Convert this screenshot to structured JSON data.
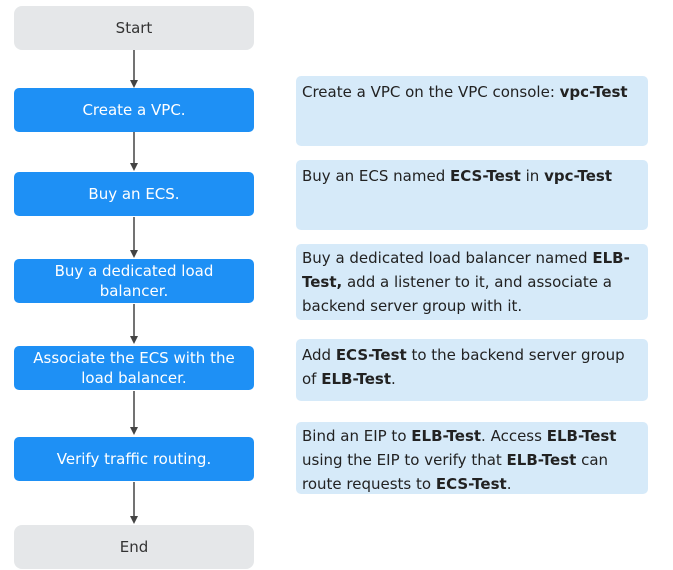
{
  "colors": {
    "terminal_bg": "#e5e7e9",
    "step_bg": "#1e90f5",
    "note_bg": "#d6eaf9",
    "arrow": "#444444"
  },
  "flow": {
    "start": "Start",
    "end": "End",
    "steps": [
      {
        "label": "Create a VPC."
      },
      {
        "label": "Buy an ECS."
      },
      {
        "label": "Buy a dedicated load balancer."
      },
      {
        "label": "Associate the ECS with the load balancer."
      },
      {
        "label": "Verify traffic routing."
      }
    ]
  },
  "notes": [
    {
      "segments": [
        {
          "text": "Create a VPC on the VPC console: "
        },
        {
          "text": "vpc-Test",
          "bold": true
        }
      ]
    },
    {
      "segments": [
        {
          "text": "Buy an ECS named "
        },
        {
          "text": "ECS-Test",
          "bold": true
        },
        {
          "text": " in "
        },
        {
          "text": "vpc-Test",
          "bold": true
        }
      ]
    },
    {
      "segments": [
        {
          "text": "Buy a dedicated load balancer named "
        },
        {
          "text": "ELB-Test,",
          "bold": true
        },
        {
          "text": " add a listener to it, and associate a backend server group with it."
        }
      ]
    },
    {
      "segments": [
        {
          "text": "Add "
        },
        {
          "text": "ECS-Test",
          "bold": true
        },
        {
          "text": " to the backend server group of "
        },
        {
          "text": "ELB-Test",
          "bold": true
        },
        {
          "text": "."
        }
      ]
    },
    {
      "segments": [
        {
          "text": "Bind an EIP to "
        },
        {
          "text": "ELB-Test",
          "bold": true
        },
        {
          "text": ". Access "
        },
        {
          "text": "ELB-Test",
          "bold": true
        },
        {
          "text": " using the EIP to verify that "
        },
        {
          "text": "ELB-Test",
          "bold": true
        },
        {
          "text": " can route requests to "
        },
        {
          "text": "ECS-Test",
          "bold": true
        },
        {
          "text": "."
        }
      ]
    }
  ]
}
